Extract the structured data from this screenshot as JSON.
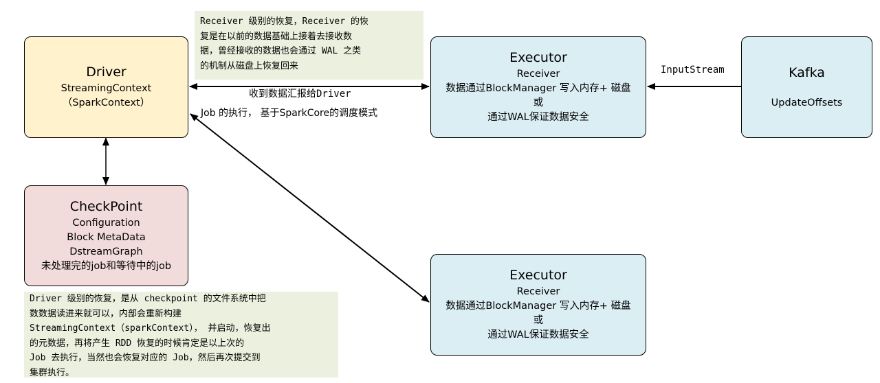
{
  "driver": {
    "title": "Driver",
    "lines": [
      "StreamingContext",
      "（SparkContext）"
    ]
  },
  "checkpoint": {
    "title": "CheckPoint",
    "lines": [
      "Configuration",
      "Block MetaData",
      "DstreamGraph",
      "未处理完的job和等待中的job"
    ]
  },
  "executor_top": {
    "title": "Executor",
    "lines": [
      "Receiver",
      "数据通过BlockManager 写入内存+ 磁盘",
      "或",
      "通过WAL保证数据安全"
    ]
  },
  "executor_bottom": {
    "title": "Executor",
    "lines": [
      "Receiver",
      "数据通过BlockManager 写入内存+ 磁盘",
      "或",
      "通过WAL保证数据安全"
    ]
  },
  "kafka": {
    "title": "Kafka",
    "lines": [
      "UpdateOffsets"
    ]
  },
  "notes": {
    "receiver_recovery": "Receiver 级别的恢复，Receiver 的恢\n复是在以前的数据基础上接着去接收数\n据，曾经接收的数据也会通过 WAL 之类\n的机制从磁盘上恢复回来",
    "driver_recovery": "Driver 级别的恢复，是从 checkpoint 的文件系统中把\n数数据读进来就可以，内部会重新构建\nStreamingContext（sparkContext）， 并启动，恢复出\n的元数据，再将产生 RDD 恢复的时候肯定是以上次的\nJob 去执行，当然也会恢复对应的 Job，然后再次提交到\n集群执行。"
  },
  "labels": {
    "report_to_driver": "收到数据汇报给Driver",
    "job_execution": "Job 的执行， 基于SparkCore的调度模式",
    "input_stream": "InputStream"
  }
}
